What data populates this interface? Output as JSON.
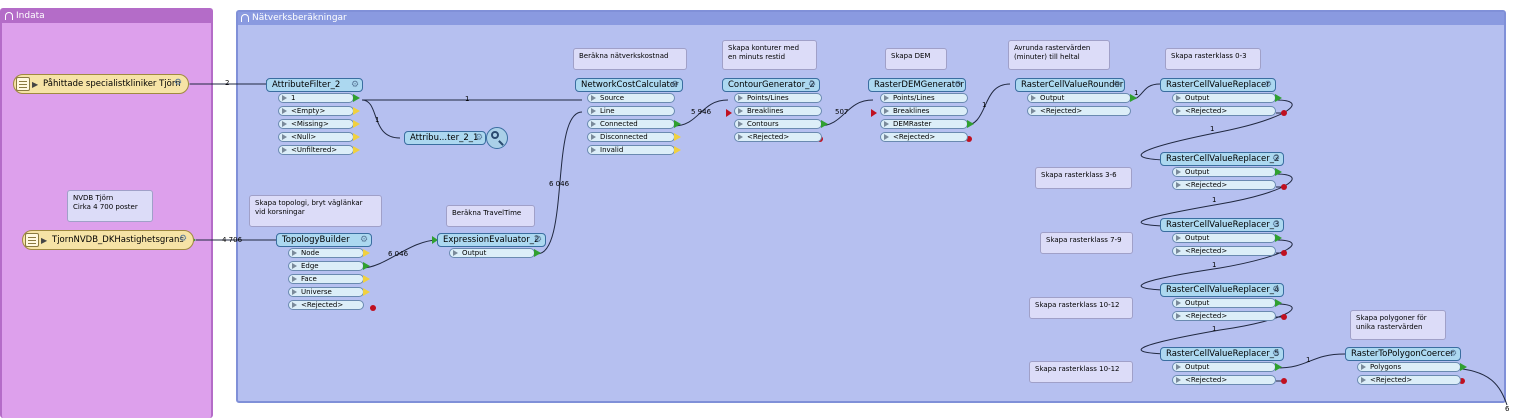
{
  "bookmarks": {
    "indata": "Indata",
    "natverk": "Nätverksberäkningar"
  },
  "readers": {
    "r1": "Påhittade specialistkliniker Tjörn",
    "r2": "TjornNVDB_DKHastighetsgrans"
  },
  "transformers": {
    "attributefilter": {
      "name": "AttributeFilter_2",
      "ports": [
        "1",
        "<Empty>",
        "<Missing>",
        "<Null>",
        "<Unfiltered>"
      ]
    },
    "inspector": {
      "name": "Attribu...ter_2_1"
    },
    "topology": {
      "name": "TopologyBuilder",
      "ports": [
        "Node",
        "Edge",
        "Face",
        "Universe",
        "<Rejected>"
      ]
    },
    "expression": {
      "name": "ExpressionEvaluator_2",
      "ports": [
        "Output"
      ]
    },
    "networkcost": {
      "name": "NetworkCostCalculator",
      "inputs": [
        "Source",
        "Line"
      ],
      "ports": [
        "Connected",
        "Disconnected",
        "Invalid"
      ]
    },
    "contour": {
      "name": "ContourGenerator_2",
      "inputs": [
        "Points/Lines",
        "Breaklines"
      ],
      "ports": [
        "Contours",
        "<Rejected>"
      ]
    },
    "dem": {
      "name": "RasterDEMGenerator",
      "inputs": [
        "Points/Lines",
        "Breaklines"
      ],
      "ports": [
        "DEMRaster",
        "<Rejected>"
      ]
    },
    "rounder": {
      "name": "RasterCellValueRounder",
      "ports": [
        "Output",
        "<Rejected>"
      ]
    },
    "replacer1": {
      "name": "RasterCellValueReplacer",
      "ports": [
        "Output",
        "<Rejected>"
      ]
    },
    "replacer2": {
      "name": "RasterCellValueReplacer_2",
      "ports": [
        "Output",
        "<Rejected>"
      ]
    },
    "replacer3": {
      "name": "RasterCellValueReplacer_3",
      "ports": [
        "Output",
        "<Rejected>"
      ]
    },
    "replacer4": {
      "name": "RasterCellValueReplacer_4",
      "ports": [
        "Output",
        "<Rejected>"
      ]
    },
    "replacer5": {
      "name": "RasterCellValueReplacer_5",
      "ports": [
        "Output",
        "<Rejected>"
      ]
    },
    "polygon": {
      "name": "RasterToPolygonCoercer",
      "ports": [
        "Polygons",
        "<Rejected>"
      ]
    }
  },
  "annotations": {
    "nvdb": "NVDB Tjörn\nCirka 4 700 poster",
    "topology": "Skapa topologi, bryt väglänkar\nvid korsningar",
    "travel": "Beräkna TravelTime",
    "netcost": "Beräkna nätverkskostnad",
    "contour": "Skapa konturer med\nen minuts restid",
    "dem": "Skapa DEM",
    "round": "Avrunda rastervärden\n(minuter) till heltal",
    "klass03": "Skapa rasterklass 0-3",
    "klass36": "Skapa rasterklass 3-6",
    "klass79": "Skapa rasterklass 7-9",
    "klass1012a": "Skapa rasterklass 10-12",
    "klass1012b": "Skapa rasterklass 10-12",
    "polygon": "Skapa polygoner för\nunika rastervärden"
  },
  "counts": {
    "c_r1": "2",
    "c_af1": "1",
    "c_af_insp": "1",
    "c_r2": "4 706",
    "c_edge": "6 046",
    "c_expr": "6 046",
    "c_connected": "5 946",
    "c_contours": "507",
    "c_dem": "1",
    "c_round": "1",
    "c_rep1": "1",
    "c_rep2": "1",
    "c_rep3": "1",
    "c_rep4": "1",
    "c_rep5": "1",
    "c_poly": "6"
  },
  "colors": {
    "wire": "#202840",
    "port_ok": "#30a030",
    "port_warn": "#f0d040",
    "port_reject": "#c01020"
  }
}
